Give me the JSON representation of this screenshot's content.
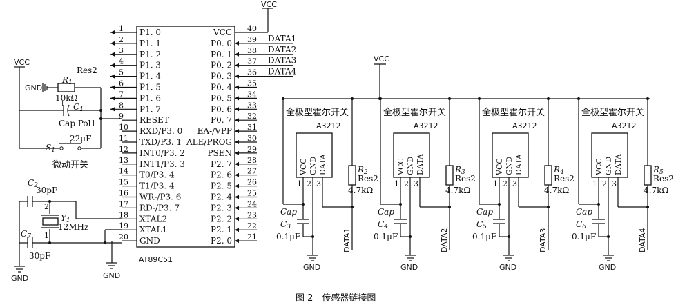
{
  "power": {
    "vcc": "VCC",
    "gnd": "GND",
    "gnd_short": "GND"
  },
  "mcu": {
    "part": "AT89C51",
    "left_pins": [
      {
        "num": "1",
        "name": "P1. 0"
      },
      {
        "num": "2",
        "name": "P1. 1"
      },
      {
        "num": "3",
        "name": "P1. 2"
      },
      {
        "num": "4",
        "name": "P1. 3"
      },
      {
        "num": "5",
        "name": "P1. 4"
      },
      {
        "num": "6",
        "name": "P1. 5"
      },
      {
        "num": "7",
        "name": "P1. 6"
      },
      {
        "num": "8",
        "name": "P1. 7"
      },
      {
        "num": "9",
        "name": "RESET"
      },
      {
        "num": "10",
        "name": "RXD/P3. 0"
      },
      {
        "num": "11",
        "name": "TXD/P3. 1"
      },
      {
        "num": "12",
        "name": "INT0/P3. 2"
      },
      {
        "num": "13",
        "name": "INT1/P3. 3"
      },
      {
        "num": "14",
        "name": "T0/P3. 4"
      },
      {
        "num": "15",
        "name": "T1/P3. 4"
      },
      {
        "num": "16",
        "name": "WR-/P3. 6"
      },
      {
        "num": "17",
        "name": "RD-/P3. 7"
      },
      {
        "num": "18",
        "name": "XTAL2"
      },
      {
        "num": "19",
        "name": "XTAL1"
      },
      {
        "num": "20",
        "name": "GND"
      }
    ],
    "right_pins": [
      {
        "num": "40",
        "name": "VCC",
        "net": ""
      },
      {
        "num": "39",
        "name": "P0. 0",
        "net": "DATA1"
      },
      {
        "num": "38",
        "name": "P0. 1",
        "net": "DATA2"
      },
      {
        "num": "37",
        "name": "P0. 2",
        "net": "DATA3"
      },
      {
        "num": "36",
        "name": "P0. 3",
        "net": "DATA4"
      },
      {
        "num": "35",
        "name": "P0. 4",
        "net": ""
      },
      {
        "num": "34",
        "name": "P0. 5",
        "net": ""
      },
      {
        "num": "33",
        "name": "P0. 6",
        "net": ""
      },
      {
        "num": "32",
        "name": "P0. 7",
        "net": ""
      },
      {
        "num": "31",
        "name": "EA-/VPP",
        "net": ""
      },
      {
        "num": "30",
        "name": "ALE/PROG",
        "net": ""
      },
      {
        "num": "29",
        "name": "PSEN",
        "net": ""
      },
      {
        "num": "28",
        "name": "P2. 7",
        "net": ""
      },
      {
        "num": "27",
        "name": "P2. 6",
        "net": ""
      },
      {
        "num": "26",
        "name": "P2. 5",
        "net": ""
      },
      {
        "num": "25",
        "name": "P2. 4",
        "net": ""
      },
      {
        "num": "24",
        "name": "P2. 3",
        "net": ""
      },
      {
        "num": "23",
        "name": "P2. 2",
        "net": ""
      },
      {
        "num": "22",
        "name": "P2. 1",
        "net": ""
      },
      {
        "num": "21",
        "name": "P2. 0",
        "net": ""
      }
    ]
  },
  "reset": {
    "res_name": "Res2",
    "res_ref": "R",
    "res_sub": "1",
    "res_value": "10kΩ",
    "cap_ref": "C",
    "cap_sub": "1",
    "cap_name": "Cap Pol1",
    "cap_value": "22μF",
    "switch_ref": "S",
    "switch_sub": "1",
    "switch_label": "微动开关"
  },
  "crystal": {
    "c2_ref": "C",
    "c2_sub": "2",
    "c2_value": "30pF",
    "y_ref": "Y",
    "y_sub": "1",
    "y_value": "12MHz",
    "pin1": "1",
    "pin2": "2",
    "c7_ref": "C",
    "c7_sub": "7",
    "c7_value": "30pF"
  },
  "sensors": [
    {
      "title": "全极型霍尔开关",
      "ic": "A3212",
      "r_ref": "R",
      "r_sub": "2",
      "r_name": "Res2",
      "r_value": "4.7kΩ",
      "c_ref": "C",
      "c_sub": "3",
      "c_name": "Cap",
      "c_value": "0.1μF",
      "out": "DATA1"
    },
    {
      "title": "全极型霍尔开关",
      "ic": "A3212",
      "r_ref": "R",
      "r_sub": "3",
      "r_name": "Res2",
      "r_value": "4.7kΩ",
      "c_ref": "C",
      "c_sub": "4",
      "c_name": "Cap",
      "c_value": "0.1μF",
      "out": "DATA2"
    },
    {
      "title": "全极型霍尔开关",
      "ic": "A3212",
      "r_ref": "R",
      "r_sub": "4",
      "r_name": "Res2",
      "r_value": "4.7kΩ",
      "c_ref": "C",
      "c_sub": "5",
      "c_name": "Cap",
      "c_value": "0.1μF",
      "out": "DATA3"
    },
    {
      "title": "全极型霍尔开关",
      "ic": "A3212",
      "r_ref": "R",
      "r_sub": "5",
      "r_name": "Res2",
      "r_value": "4.7kΩ",
      "c_ref": "C",
      "c_sub": "6",
      "c_name": "Cap",
      "c_value": "0.1μF",
      "out": "DATA4"
    }
  ],
  "sensor_pins": {
    "vcc": "VCC",
    "gnd": "GND",
    "data": "DATA",
    "p1": "1",
    "p2": "2",
    "p3": "3"
  },
  "caption": "图 2　传感器链接图"
}
